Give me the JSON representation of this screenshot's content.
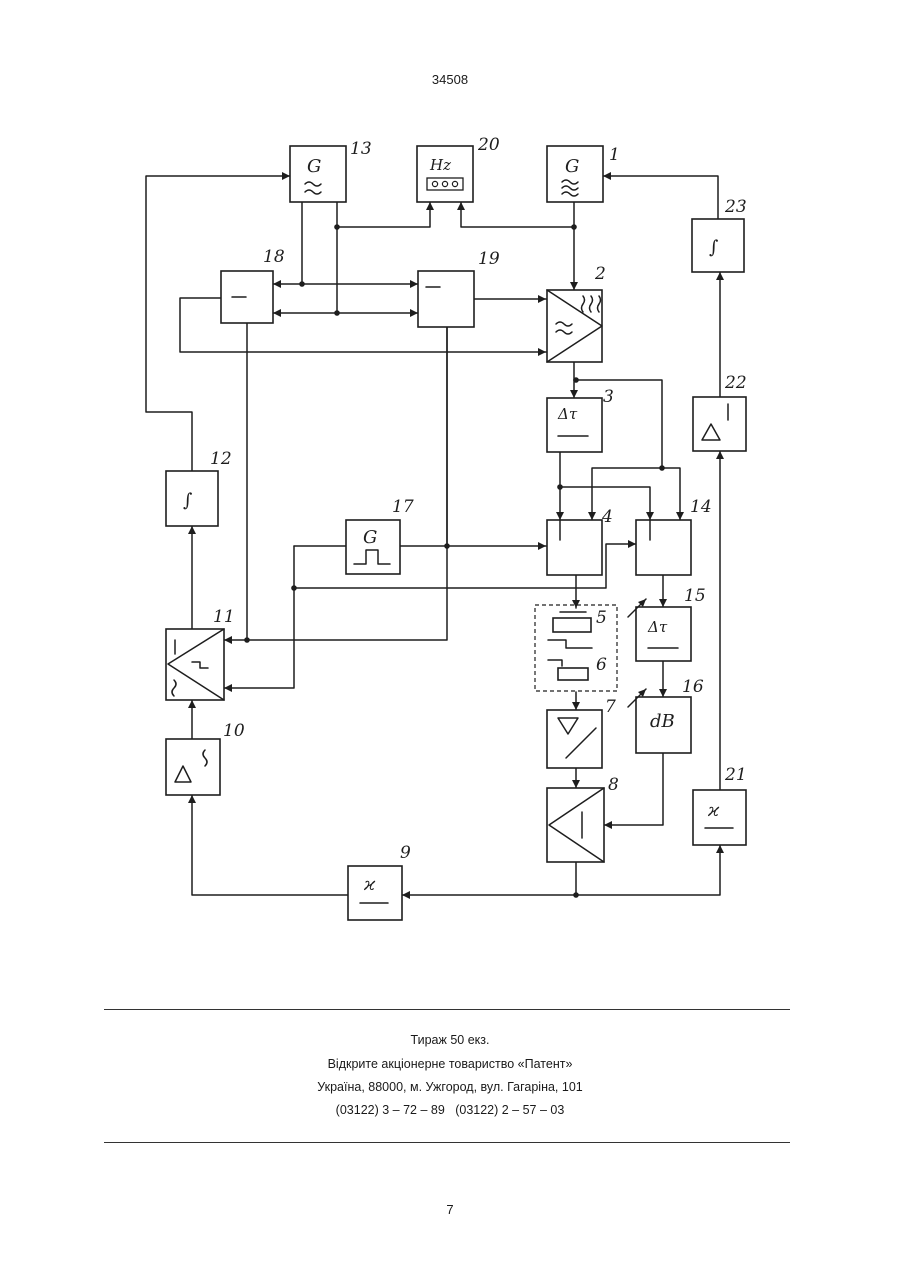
{
  "header": {
    "patent_number": "34508"
  },
  "diagram": {
    "blocks": [
      {
        "id": "1",
        "symbol": "G"
      },
      {
        "id": "2",
        "symbol": ""
      },
      {
        "id": "3",
        "symbol": "Δτ"
      },
      {
        "id": "4",
        "symbol": ""
      },
      {
        "id": "5",
        "symbol": ""
      },
      {
        "id": "6",
        "symbol": ""
      },
      {
        "id": "7",
        "symbol": ""
      },
      {
        "id": "8",
        "symbol": ""
      },
      {
        "id": "9",
        "symbol": "ϰ"
      },
      {
        "id": "10",
        "symbol": "△"
      },
      {
        "id": "11",
        "symbol": ""
      },
      {
        "id": "12",
        "symbol": "∫"
      },
      {
        "id": "13",
        "symbol": "G"
      },
      {
        "id": "14",
        "symbol": ""
      },
      {
        "id": "15",
        "symbol": "Δτ"
      },
      {
        "id": "16",
        "symbol": "dB"
      },
      {
        "id": "17",
        "symbol": "G"
      },
      {
        "id": "18",
        "symbol": ""
      },
      {
        "id": "19",
        "symbol": ""
      },
      {
        "id": "20",
        "symbol": "Hz"
      },
      {
        "id": "21",
        "symbol": "ϰ"
      },
      {
        "id": "22",
        "symbol": "△"
      },
      {
        "id": "23",
        "symbol": "∫"
      }
    ]
  },
  "footer": {
    "circulation": "Тираж 50 екз.",
    "publisher": "Відкрите акціонерне товариство «Патент»",
    "address": "Україна, 88000, м. Ужгород, вул. Гагаріна, 101",
    "phones": "(03122) 3 – 72 – 89   (03122) 2 – 57 – 03"
  },
  "page": {
    "number": "7"
  }
}
